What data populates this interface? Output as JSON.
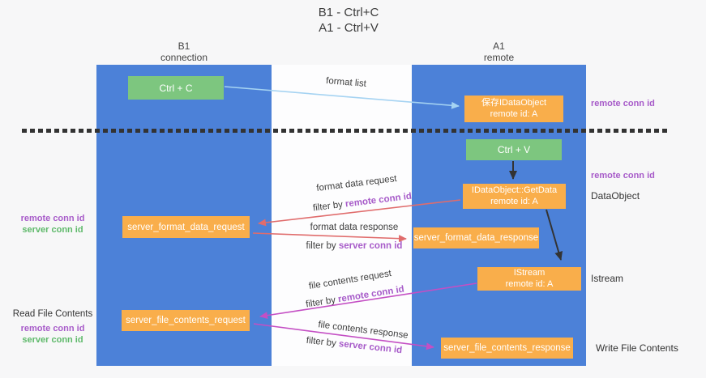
{
  "title": {
    "line1": "B1 - Ctrl+C",
    "line2": "A1 - Ctrl+V"
  },
  "lifelines": {
    "left": {
      "title": "B1",
      "subtitle": "connection"
    },
    "right": {
      "title": "A1",
      "subtitle": "remote"
    }
  },
  "nodes": {
    "ctrl_c": "Ctrl + C",
    "ctrl_v": "Ctrl + V",
    "save_dataobject": {
      "line1": "保存IDataObject",
      "line2": "remote id: A"
    },
    "getdata": {
      "line1": "IDataObject::GetData",
      "line2": "remote id: A"
    },
    "istream": {
      "line1": "IStream",
      "line2": "remote id: A"
    },
    "server_format_data_request": "server_format_data_request",
    "server_format_data_response": "server_format_data_response",
    "server_file_contents_request": "server_file_contents_request",
    "server_file_contents_response": "server_file_contents_response"
  },
  "right_labels": {
    "remote_conn_id_top": "remote conn id",
    "remote_conn_id_mid": "remote conn id",
    "dataobject": "DataObject",
    "istream": "Istream",
    "write_file_contents": "Write File Contents"
  },
  "left_labels": {
    "remote_conn_id_1": "remote conn id",
    "server_conn_id_1": "server conn id",
    "read_file_contents": "Read File Contents",
    "remote_conn_id_2": "remote conn id",
    "server_conn_id_2": "server conn id"
  },
  "arrow_labels": {
    "format_list": "format list",
    "format_data_request": "format data request",
    "filter_remote_1": {
      "prefix": "filter by ",
      "keyword": "remote conn id"
    },
    "format_data_response": "format data response",
    "filter_server_1": {
      "prefix": "filter by ",
      "keyword": "server conn id"
    },
    "file_contents_request": "file contents request",
    "filter_remote_2": {
      "prefix": "filter by ",
      "keyword": "remote conn id"
    },
    "file_contents_response": "file contents response",
    "filter_server_2": {
      "prefix": "filter by ",
      "keyword": "server conn id"
    }
  },
  "colors": {
    "lifeline_blue": "#4c81d8",
    "node_green": "#7dc67f",
    "node_orange": "#f9ae4b",
    "arrow_salmon": "#e06c6c",
    "arrow_magenta": "#c44fc4",
    "arrow_lightblue": "#a5d3f2",
    "arrow_black": "#333333",
    "text_purple": "#a75bc9",
    "text_green": "#5eb96a"
  }
}
